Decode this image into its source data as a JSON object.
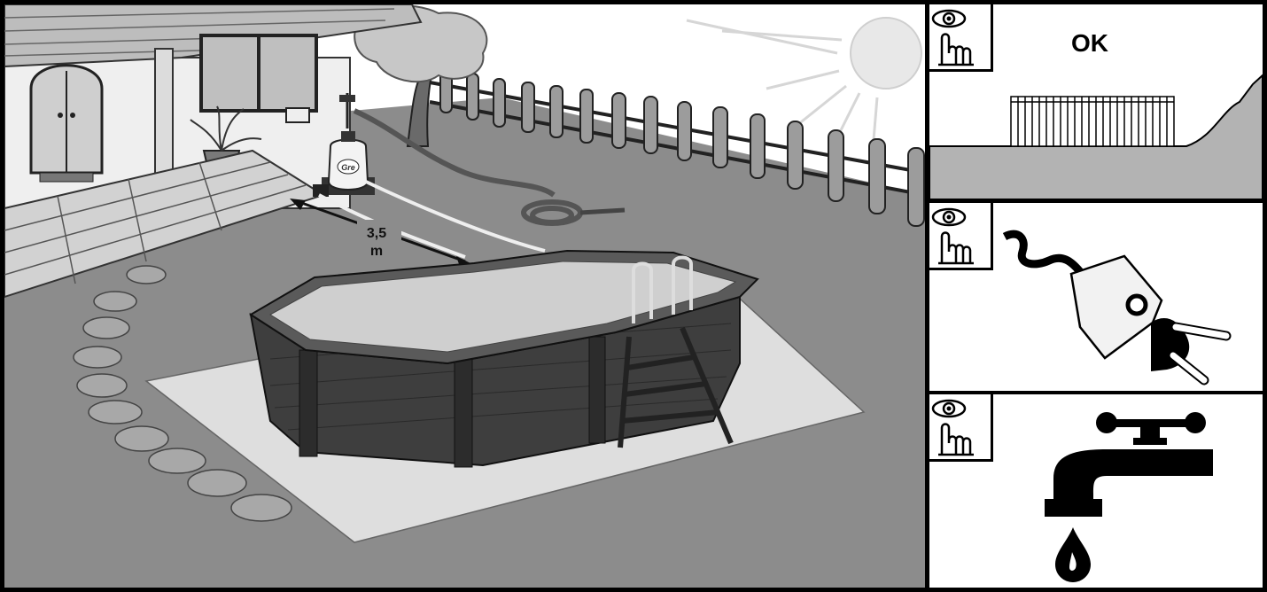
{
  "scene": {
    "distance_value": "3,5",
    "distance_unit": "m",
    "pump_brand": "Gre"
  },
  "panels": [
    {
      "icon": "eye-hand-icon",
      "label": "OK",
      "subject": "level-ground-with-pool"
    },
    {
      "icon": "eye-hand-icon",
      "label": "",
      "subject": "electrical-plug"
    },
    {
      "icon": "eye-hand-icon",
      "label": "",
      "subject": "water-tap"
    }
  ],
  "colors": {
    "outline": "#000000",
    "ground": "#8c8c8c",
    "panel_ground": "#b3b3b3",
    "pool_wall": "#3e3e3e"
  }
}
